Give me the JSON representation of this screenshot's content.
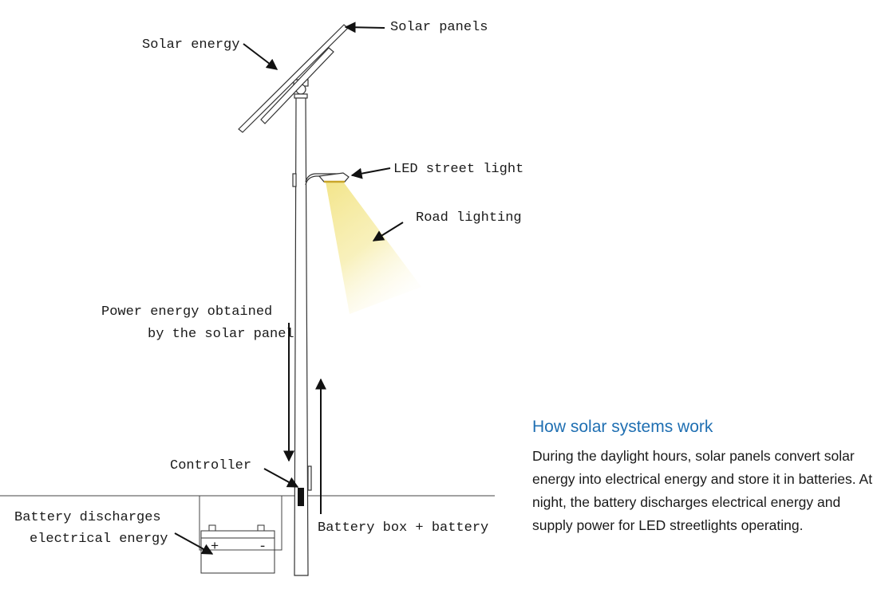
{
  "labels": {
    "solar_energy": "Solar energy",
    "solar_panels": "Solar panels",
    "led_street_light": "LED street light",
    "road_lighting": "Road lighting",
    "power_obtained_line1": "Power energy obtained",
    "power_obtained_line2": "by the solar panel",
    "controller": "Controller",
    "battery_discharges_line1": "Battery discharges",
    "battery_discharges_line2": "electrical energy",
    "battery_box": "Battery box + battery",
    "plus": "+",
    "minus": "-"
  },
  "info": {
    "title": "How solar systems work",
    "body": "During the daylight hours, solar panels convert solar energy into electrical energy and store it in batteries. At night, the battery discharges electrical energy and supply power for LED streetlights operating."
  },
  "colors": {
    "accent": "#1f6fb2",
    "light_beam": "#f3e58a",
    "line": "#333333"
  }
}
